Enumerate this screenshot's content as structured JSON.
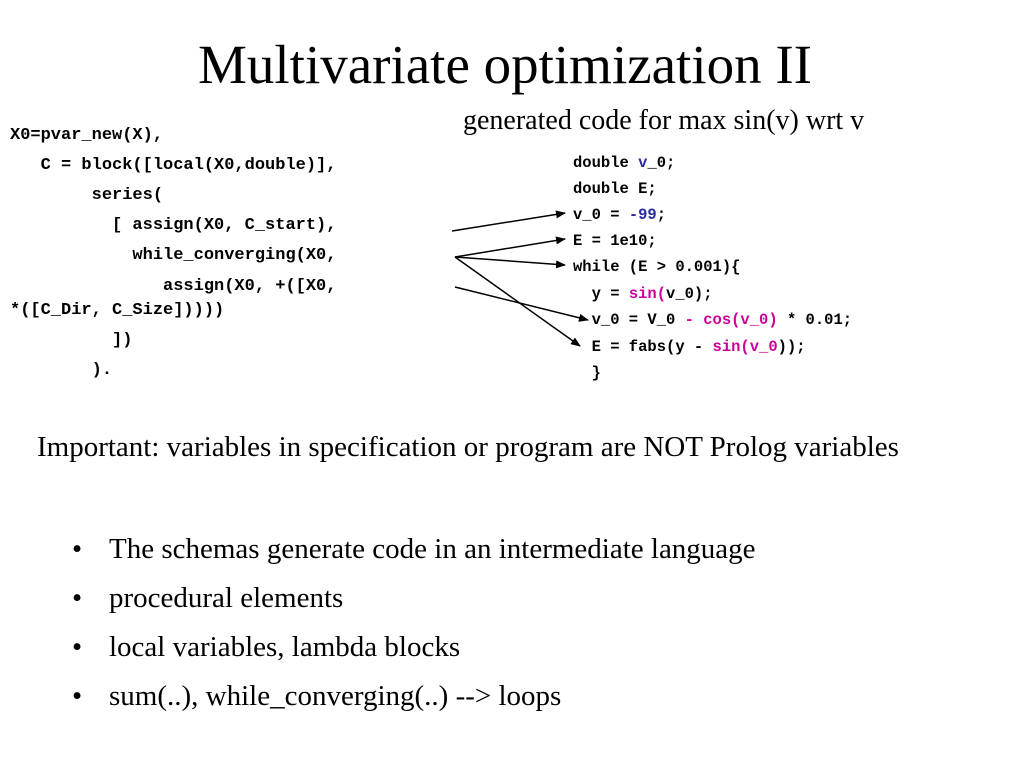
{
  "slide": {
    "title": "Multivariate optimization II",
    "subtitle": "generated code for max sin(v) wrt v"
  },
  "spec_code": [
    "X0=pvar_new(X),",
    "   C = block([local(X0,double)],",
    "        series(",
    "          [ assign(X0, C_start),",
    "            while_converging(X0,",
    "               assign(X0, +([X0,",
    "*([C_Dir, C_Size]))))",
    "          ])",
    "        )."
  ],
  "generated_code": {
    "line1": {
      "a": "double ",
      "b": "v",
      "c": "_0;"
    },
    "line2": "double E;",
    "line3": {
      "a": "v_0 = ",
      "b": "-99",
      "c": ";"
    },
    "line4": "E = 1e10;",
    "line5": "while (E > 0.001){",
    "line6": {
      "a": "  y = ",
      "b": "sin(",
      "c": "v_0);"
    },
    "line7": {
      "a": "  v_0 = V_0 ",
      "b": "- cos(v_0)",
      "c": " * 0.01;"
    },
    "line8": {
      "a": "  E = fabs(y - ",
      "b": "sin(v_0",
      "c": "));"
    },
    "line9": "  }"
  },
  "important": "Important: variables in specification or program are NOT Prolog variables",
  "bullets": [
    "The schemas generate code in an intermediate language",
    "procedural elements",
    "local variables, lambda blocks",
    "sum(..), while_converging(..) --> loops"
  ],
  "colors": {
    "variable_blue": "#2a2aa0",
    "function_magenta": "#cc0099"
  }
}
